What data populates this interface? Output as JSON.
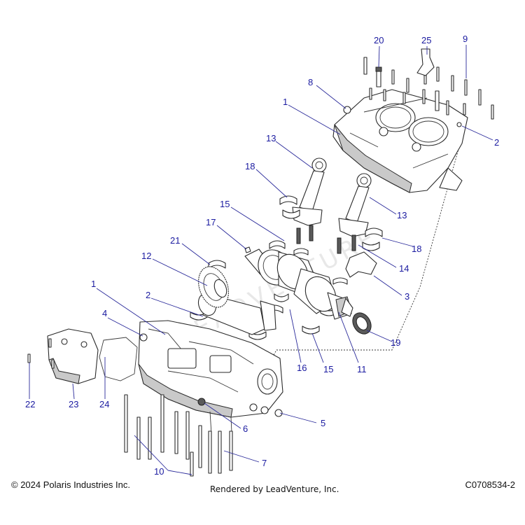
{
  "callouts": [
    {
      "id": "c20",
      "label": "20"
    },
    {
      "id": "c25",
      "label": "25"
    },
    {
      "id": "c9",
      "label": "9"
    },
    {
      "id": "c8",
      "label": "8"
    },
    {
      "id": "c1a",
      "label": "1"
    },
    {
      "id": "c2a",
      "label": "2"
    },
    {
      "id": "c13a",
      "label": "13"
    },
    {
      "id": "c18a",
      "label": "18"
    },
    {
      "id": "c15a",
      "label": "15"
    },
    {
      "id": "c17",
      "label": "17"
    },
    {
      "id": "c13b",
      "label": "13"
    },
    {
      "id": "c21",
      "label": "21"
    },
    {
      "id": "c18b",
      "label": "18"
    },
    {
      "id": "c14",
      "label": "14"
    },
    {
      "id": "c12",
      "label": "12"
    },
    {
      "id": "c3",
      "label": "3"
    },
    {
      "id": "c1b",
      "label": "1"
    },
    {
      "id": "c2b",
      "label": "2"
    },
    {
      "id": "c4",
      "label": "4"
    },
    {
      "id": "c19",
      "label": "19"
    },
    {
      "id": "c16",
      "label": "16"
    },
    {
      "id": "c15b",
      "label": "15"
    },
    {
      "id": "c11",
      "label": "11"
    },
    {
      "id": "c22",
      "label": "22"
    },
    {
      "id": "c23",
      "label": "23"
    },
    {
      "id": "c24",
      "label": "24"
    },
    {
      "id": "c6",
      "label": "6"
    },
    {
      "id": "c5",
      "label": "5"
    },
    {
      "id": "c7",
      "label": "7"
    },
    {
      "id": "c10",
      "label": "10"
    }
  ],
  "footer": {
    "copyright": "© 2024 Polaris Industries Inc.",
    "rendered_by": "Rendered by LeadVenture, Inc.",
    "diagram_code": "C0708534-2"
  },
  "colors": {
    "callout": "#1a1aa0",
    "linework": "#2a2a2a"
  }
}
